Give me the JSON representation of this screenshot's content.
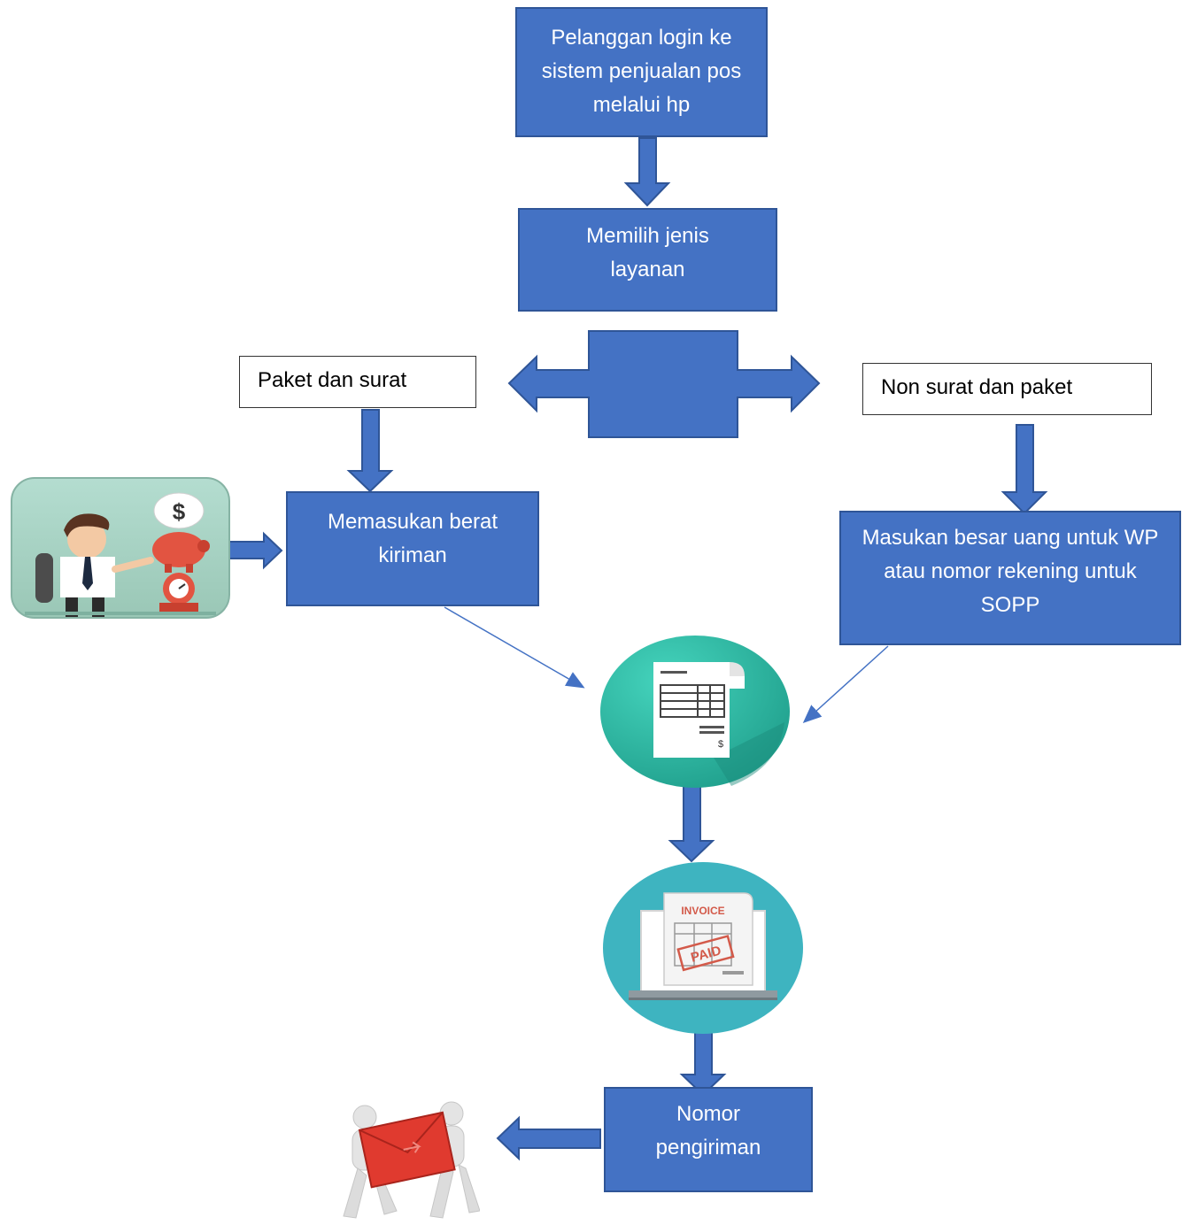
{
  "diagram": {
    "step_login": "Pelanggan login  ke sistem penjualan pos melalui hp",
    "step_choose_service": "Memilih jenis layanan",
    "option_left": "Paket dan surat",
    "option_right": "Non  surat dan paket",
    "step_weight": "Memasukan berat kiriman",
    "step_amount": "Masukan besar uang untuk WP atau nomor  rekening untuk SOPP",
    "invoice_word": "INVOICE",
    "paid_word": "PAID",
    "dollar_sign": "$",
    "step_tracking": "Nomor pengiriman"
  },
  "colors": {
    "box_fill": "#4472c4",
    "box_border": "#2f5597",
    "teal": "#2bb5a0",
    "invoice_teal": "#3eb4c0"
  },
  "icons": [
    "arrow-down-icon",
    "double-arrow-icon",
    "arrow-right-icon",
    "arrow-left-icon",
    "connector-arrow-icon",
    "cashier-scale-illustration",
    "receipt-icon",
    "invoice-paid-icon",
    "carrying-package-illustration"
  ]
}
